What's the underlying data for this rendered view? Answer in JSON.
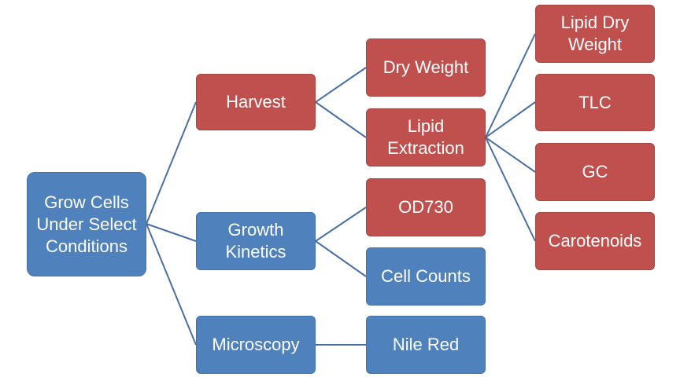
{
  "diagram": {
    "colors": {
      "red": "#c0504d",
      "blue": "#4f81bd",
      "connector": "#4a6fa5"
    },
    "nodes": {
      "root": "Grow Cells Under Select Conditions",
      "harvest": "Harvest",
      "growth_kinetics": "Growth Kinetics",
      "microscopy": "Microscopy",
      "dry_weight": "Dry Weight",
      "lipid_extraction": "Lipid Extraction",
      "od730": "OD730",
      "cell_counts": "Cell Counts",
      "nile_red": "Nile Red",
      "lipid_dry_weight": "Lipid Dry Weight",
      "tlc": "TLC",
      "gc": "GC",
      "carotenoids": "Carotenoids"
    }
  }
}
